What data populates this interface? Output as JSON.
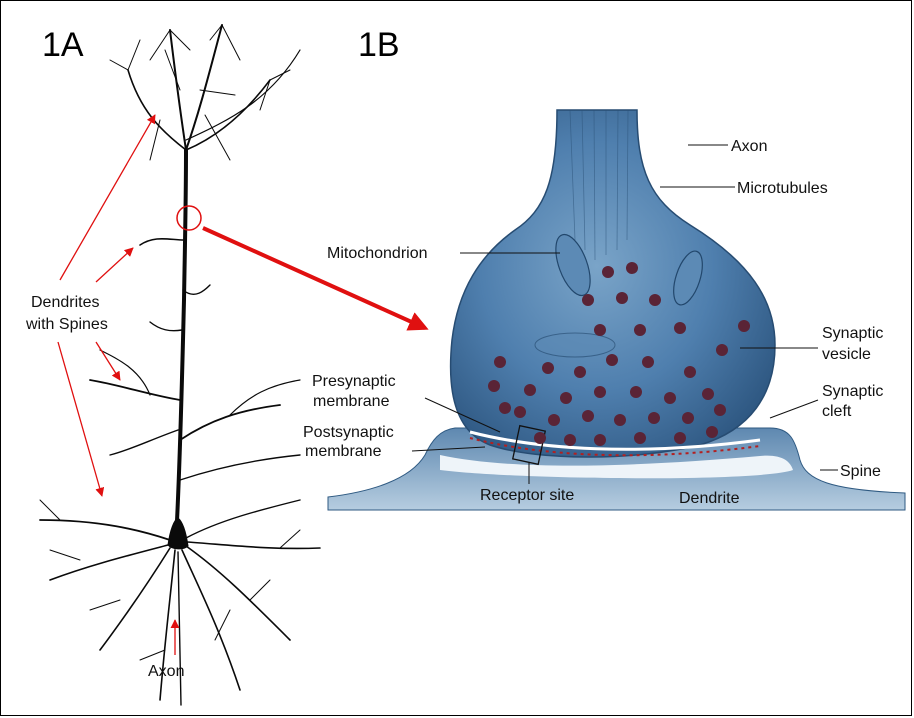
{
  "panels": {
    "a": "1A",
    "b": "1B"
  },
  "neuron": {
    "dendrites_label_line1": "Dendrites",
    "dendrites_label_line2": "with Spines",
    "axon_label": "Axon"
  },
  "synapse": {
    "axon": "Axon",
    "microtubules": "Microtubules",
    "mitochondrion": "Mitochondrion",
    "vesicle_line1": "Synaptic",
    "vesicle_line2": "vesicle",
    "presyn_line1": "Presynaptic",
    "presyn_line2": "membrane",
    "cleft_line1": "Synaptic",
    "cleft_line2": "cleft",
    "postsyn_line1": "Postsynaptic",
    "postsyn_line2": "membrane",
    "spine": "Spine",
    "receptor_site": "Receptor site",
    "dendrite": "Dendrite"
  },
  "colors": {
    "annotation_red": "#e01010",
    "bouton_blue": "#3f6e9c",
    "vesicle": "#5a2436",
    "neuron_ink": "#0a0a0a"
  }
}
